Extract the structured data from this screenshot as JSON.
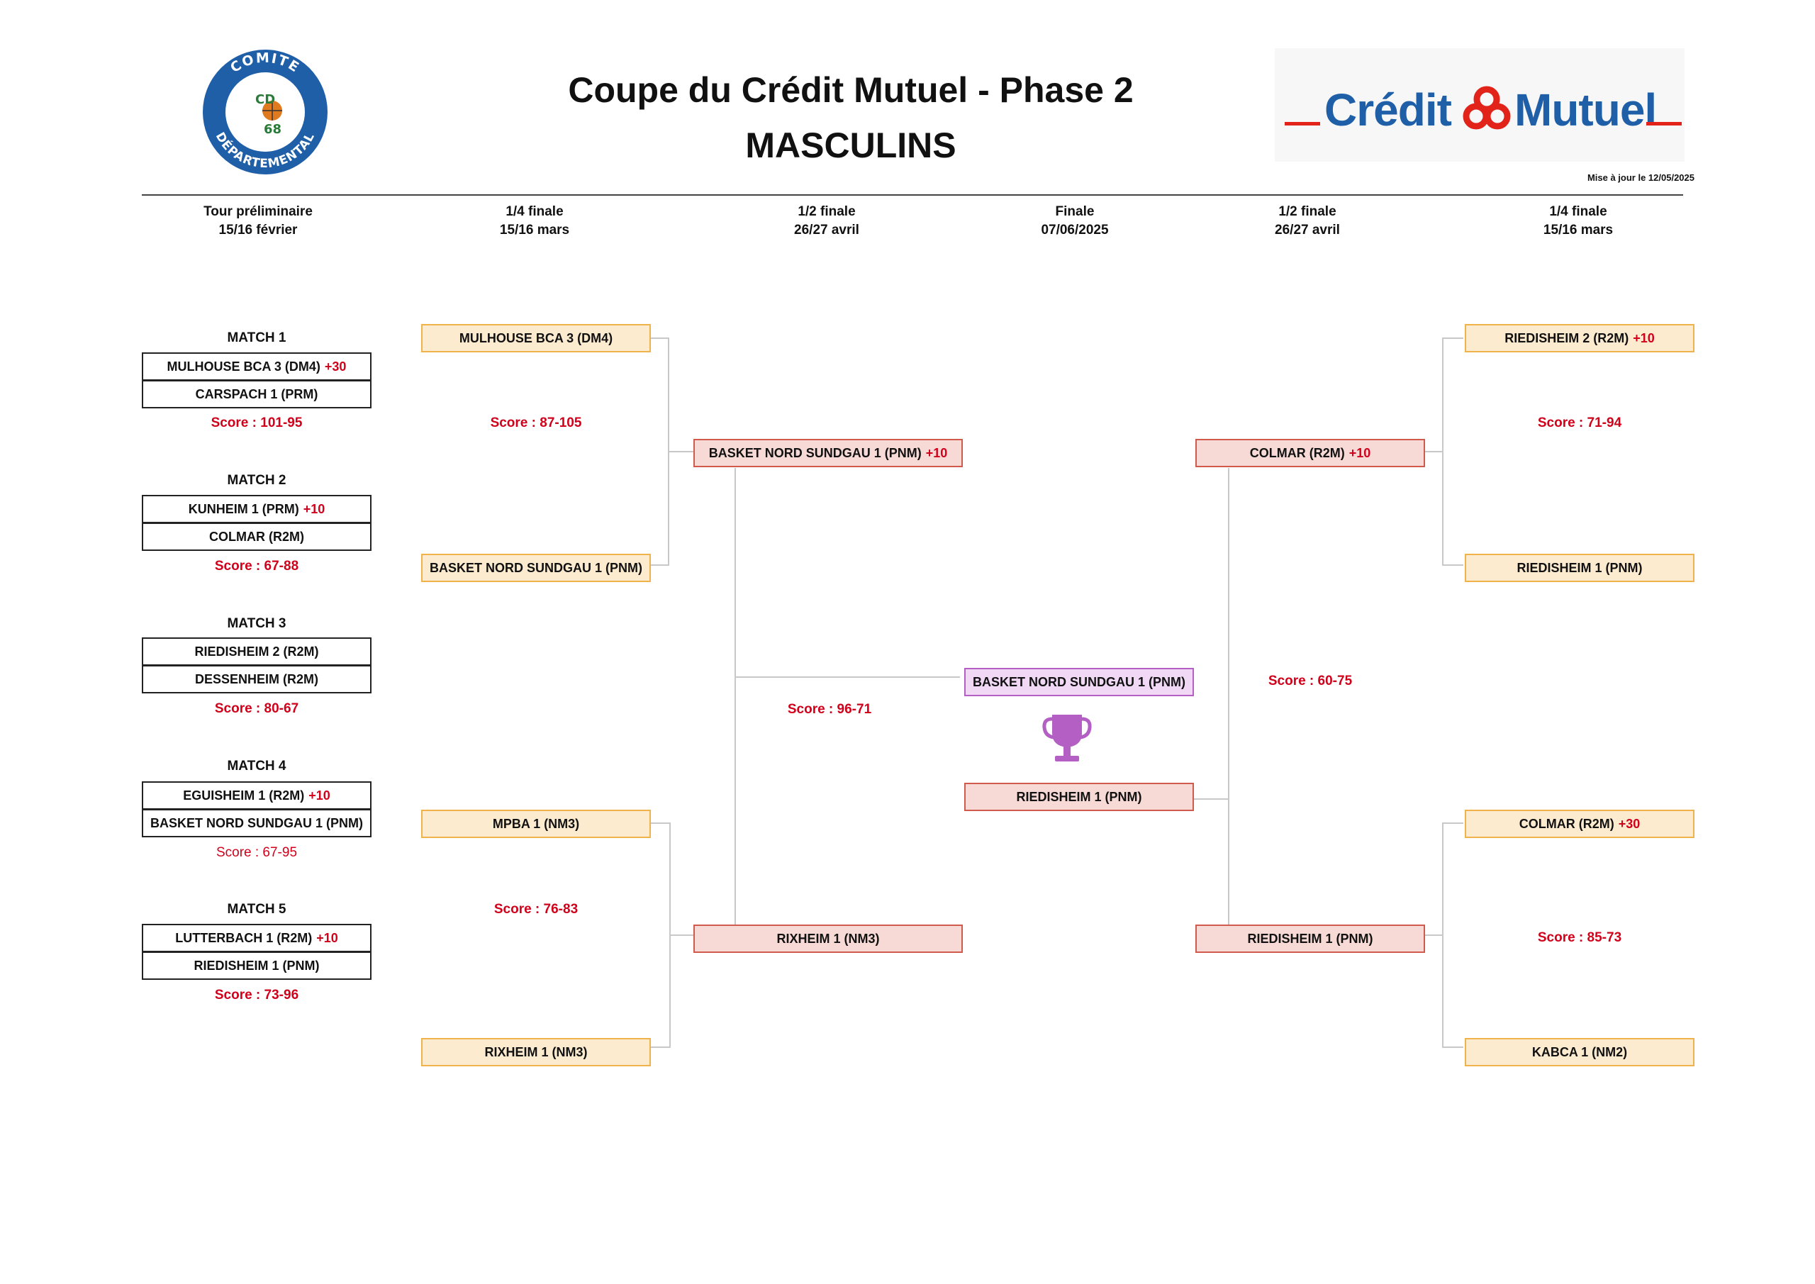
{
  "header": {
    "title": "Coupe du Crédit Mutuel - Phase 2",
    "subtitle": "MASCULINS",
    "update": "Mise à jour le  12/05/2025",
    "logo_left_text_top": "COMITE",
    "logo_left_text_bottom": "DÉPARTEMENTAL",
    "logo_left_center": "CD 68",
    "logo_right_text_a": "Crédit",
    "logo_right_text_b": "Mutuel"
  },
  "rounds": [
    {
      "name": "Tour préliminaire",
      "date": "15/16 février"
    },
    {
      "name": "1/4 finale",
      "date": "15/16 mars"
    },
    {
      "name": "1/2 finale",
      "date": "26/27 avril"
    },
    {
      "name": "Finale",
      "date": "07/06/2025"
    },
    {
      "name": "1/2 finale",
      "date": "26/27 avril"
    },
    {
      "name": "1/4 finale",
      "date": "15/16 mars"
    }
  ],
  "prelim": [
    {
      "label": "MATCH 1",
      "team1": "MULHOUSE BCA 3 (DM4)",
      "bonus1": "+30",
      "team2": "CARSPACH 1 (PRM)",
      "bonus2": "",
      "score": "Score : 101-95"
    },
    {
      "label": "MATCH 2",
      "team1": "KUNHEIM 1 (PRM)",
      "bonus1": "+10",
      "team2": "COLMAR (R2M)",
      "bonus2": "",
      "score": "Score : 67-88"
    },
    {
      "label": "MATCH 3",
      "team1": "RIEDISHEIM 2 (R2M)",
      "bonus1": "",
      "team2": "DESSENHEIM (R2M)",
      "bonus2": "",
      "score": "Score : 80-67"
    },
    {
      "label": "MATCH 4",
      "team1": "EGUISHEIM 1 (R2M)",
      "bonus1": "+10",
      "team2": "BASKET NORD SUNDGAU 1 (PNM)",
      "bonus2": "",
      "score": "Score : 67-95"
    },
    {
      "label": "MATCH 5",
      "team1": "LUTTERBACH 1 (R2M)",
      "bonus1": "+10",
      "team2": "RIEDISHEIM 1 (PNM)",
      "bonus2": "",
      "score": "Score : 73-96"
    }
  ],
  "left_qf": [
    {
      "team1": "MULHOUSE BCA 3 (DM4)",
      "team2": "BASKET NORD SUNDGAU 1 (PNM)",
      "score": "Score : 87-105"
    },
    {
      "team1": "MPBA 1 (NM3)",
      "team2": "RIXHEIM 1 (NM3)",
      "score": "Score : 76-83"
    }
  ],
  "left_sf": {
    "team1": "BASKET NORD SUNDGAU 1 (PNM)",
    "bonus1": "+10",
    "team2": "RIXHEIM 1 (NM3)",
    "score": "Score : 96-71"
  },
  "final": {
    "winner": "BASKET NORD SUNDGAU 1 (PNM)",
    "runner_up": "RIEDISHEIM 1 (PNM)",
    "trophy_color": "#b45fc4"
  },
  "right_sf": {
    "team1": "COLMAR (R2M)",
    "bonus1": "+10",
    "team2": "RIEDISHEIM 1 (PNM)",
    "score": "Score : 60-75"
  },
  "right_qf": [
    {
      "team1": "RIEDISHEIM 2 (R2M)",
      "bonus1": "+10",
      "team2": "RIEDISHEIM 1 (PNM)",
      "score": "Score : 71-94"
    },
    {
      "team1": "COLMAR (R2M)",
      "bonus1": "+30",
      "team2": "KABCA 1 (NM2)",
      "score": "Score : 85-73"
    }
  ],
  "colors": {
    "score_red": "#d0021b",
    "qf_border": "#f0b24a",
    "qf_fill": "#fdebd0",
    "sf_border": "#d05a4c",
    "sf_fill": "#f7dad6",
    "winner_border": "#b45fc4",
    "winner_fill": "#f1d9f5",
    "cm_blue": "#1f5fa8",
    "cm_red": "#e2231a"
  }
}
